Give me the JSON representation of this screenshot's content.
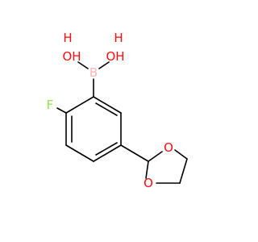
{
  "molecule": {
    "atoms": {
      "hydroxyl_left": {
        "text": "OH",
        "color": "#ff0d0d"
      },
      "hydroxyl_left_h": {
        "text": "H",
        "color": "#ff0d0d"
      },
      "hydroxyl_right": {
        "text": "OH",
        "color": "#ff0d0d"
      },
      "hydroxyl_right_h": {
        "text": "H",
        "color": "#ff0d0d"
      },
      "boron": {
        "text": "B",
        "color": "#ffb5b5"
      },
      "fluorine": {
        "text": "F",
        "color": "#90e050"
      },
      "dioxolane_o_top": {
        "text": "O",
        "color": "#ff0d0d"
      },
      "dioxolane_o_bottom": {
        "text": "O",
        "color": "#ff0d0d"
      }
    },
    "bond_color": "#000000"
  }
}
